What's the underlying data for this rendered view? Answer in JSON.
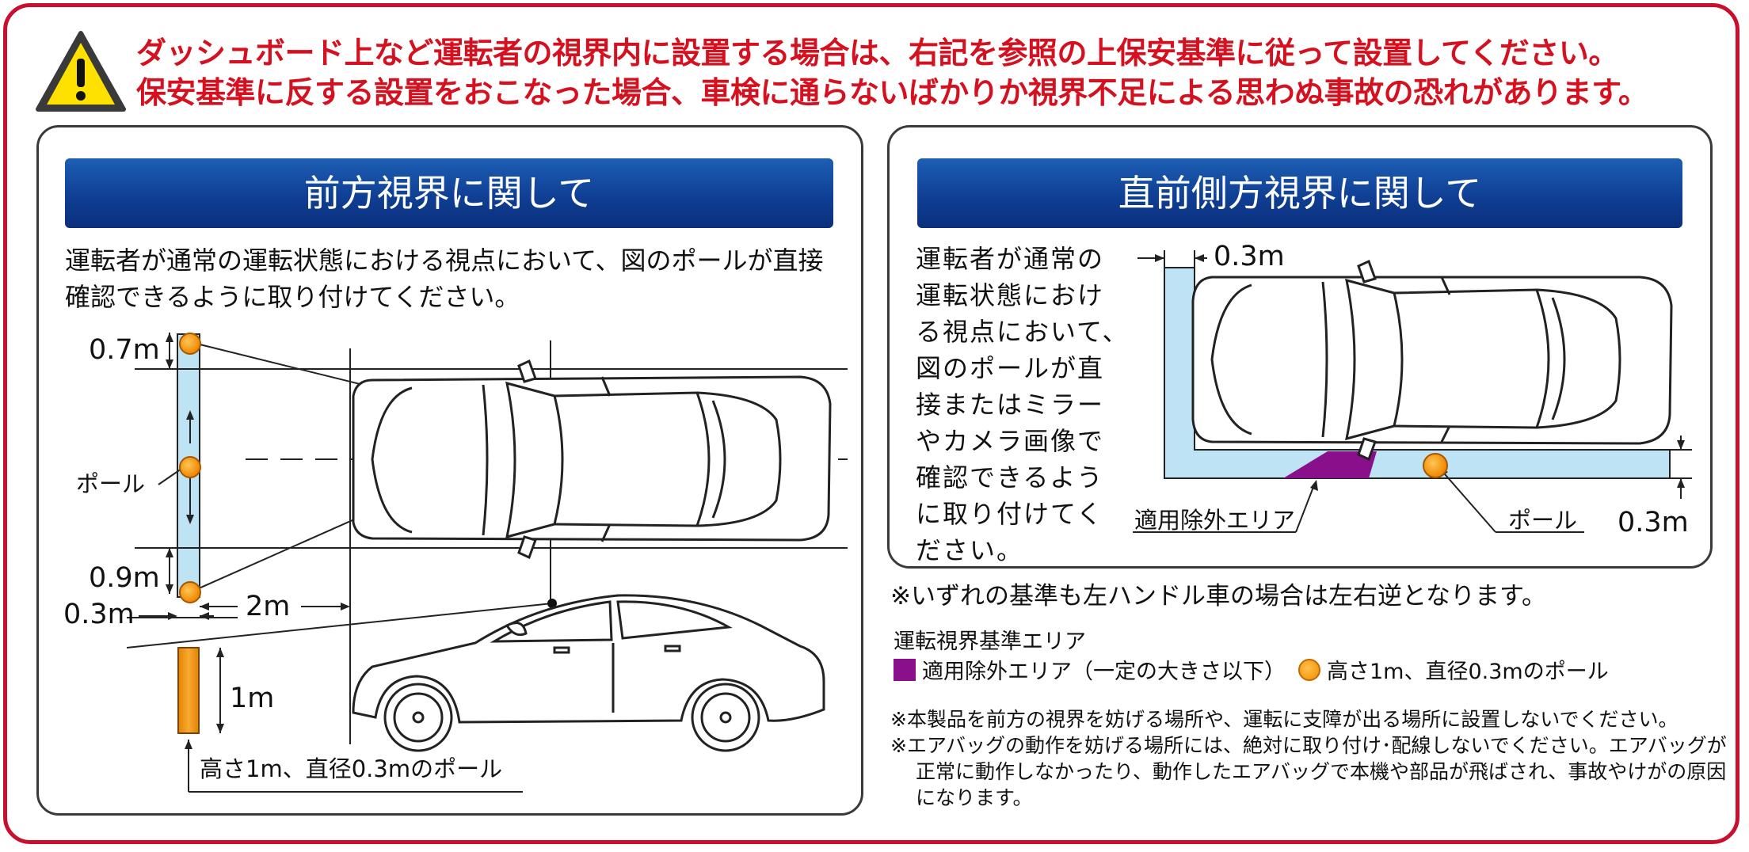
{
  "warning": {
    "icon": "warning-triangle-icon",
    "line1": "ダッシュボード上など運転者の視界内に設置する場合は、右記を参照の上保安基準に従って設置してください。",
    "line2": "保安基準に反する設置をおこなった場合、車検に通らないばかりか視界不足による思わぬ事故の恐れがあります。"
  },
  "front_view": {
    "title": "前方視界に関して",
    "description": "運転者が通常の運転状態における視点において、図のポールが直接確認できるように取り付けてください。",
    "labels": {
      "top_offset": "0.7m",
      "pole": "ポール",
      "bottom_offset": "0.9m",
      "pole_offset": "0.3m",
      "distance": "2m",
      "height": "1m",
      "pole_spec": "高さ1m、直径0.3mのポール"
    }
  },
  "side_view": {
    "title": "直前側方視界に関して",
    "description": "運転者が通常の運転状態における視点において、図のポールが直接またはミラーやカメラ画像で確認できるように取り付けてください。",
    "labels": {
      "width": "0.3m",
      "exclusion_area": "適用除外エリア",
      "pole": "ポール",
      "height": "0.3m"
    }
  },
  "note": "※いずれの基準も左ハンドル車の場合は左右逆となります。",
  "legend": {
    "title": "運転視界基準エリア",
    "exclusion": "適用除外エリア（一定の大きさ以下）",
    "pole": "高さ1m、直径0.3mのポール"
  },
  "cautions": [
    "※本製品を前方の視界を妨げる場所や、運転に支障が出る場所に設置しないでください。",
    "※エアバッグの動作を妨げる場所には、絶対に取り付け･配線しないでください。エアバッグが正常に動作しなかったり、動作したエアバッグで本機や部品が飛ばされ、事故やけがの原因になります。"
  ],
  "colors": {
    "frame": "#c8102e",
    "warning_text": "#d5101f",
    "band": "#0f3f94",
    "area_fill": "#bde3f5",
    "exclusion_fill": "#8a0f8a",
    "pole": "#f59a0c"
  }
}
